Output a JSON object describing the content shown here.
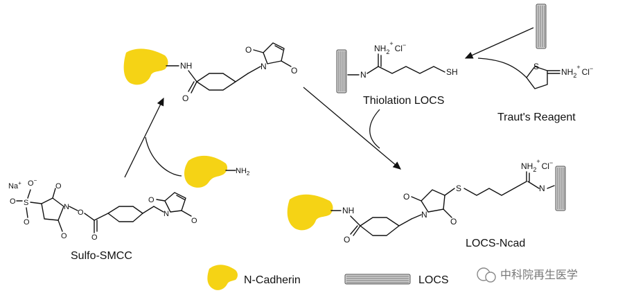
{
  "labels": {
    "thiolation_locs": "Thiolation LOCS",
    "trauts_reagent": "Traut's Reagent",
    "locs_ncad": "LOCS-Ncad",
    "sulfo_smcc": "Sulfo-SMCC"
  },
  "legend": {
    "ncadherin": "N-Cadherin",
    "locs": "LOCS"
  },
  "chem_text": {
    "nh": "NH",
    "nh_left": "—NH",
    "nh2": "NH",
    "nh2_sub": "2",
    "o": "O",
    "n": "N",
    "s": "S",
    "sh": "SH",
    "nh2plus": "NH",
    "sub2": "2",
    "plus": "+",
    "cl": "Cl",
    "minus": "−",
    "na": "Na",
    "so3": "S"
  },
  "watermark": {
    "text": "中科院再生医学"
  },
  "colors": {
    "cadherin": "#f5d315",
    "locs_rod": "#cfcfcf"
  }
}
